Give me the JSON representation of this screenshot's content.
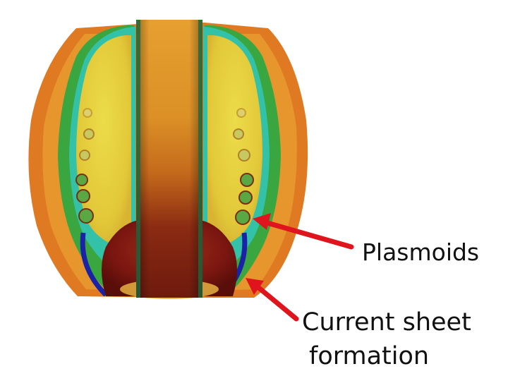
{
  "annotations": {
    "plasmoids": "Plasmoids",
    "current_sheet_line1": "Current sheet",
    "current_sheet_line2": "formation"
  },
  "colors": {
    "background": "#ffffff",
    "arrow": "#e0141c",
    "outer_orange": "#e0701c",
    "yellow_lobe": "#e6d23c",
    "green_band": "#3aa640",
    "cyan_band": "#33c2a8",
    "dark_red_core": "#8a1a10",
    "current_sheet_blue": "#1a22a8"
  }
}
